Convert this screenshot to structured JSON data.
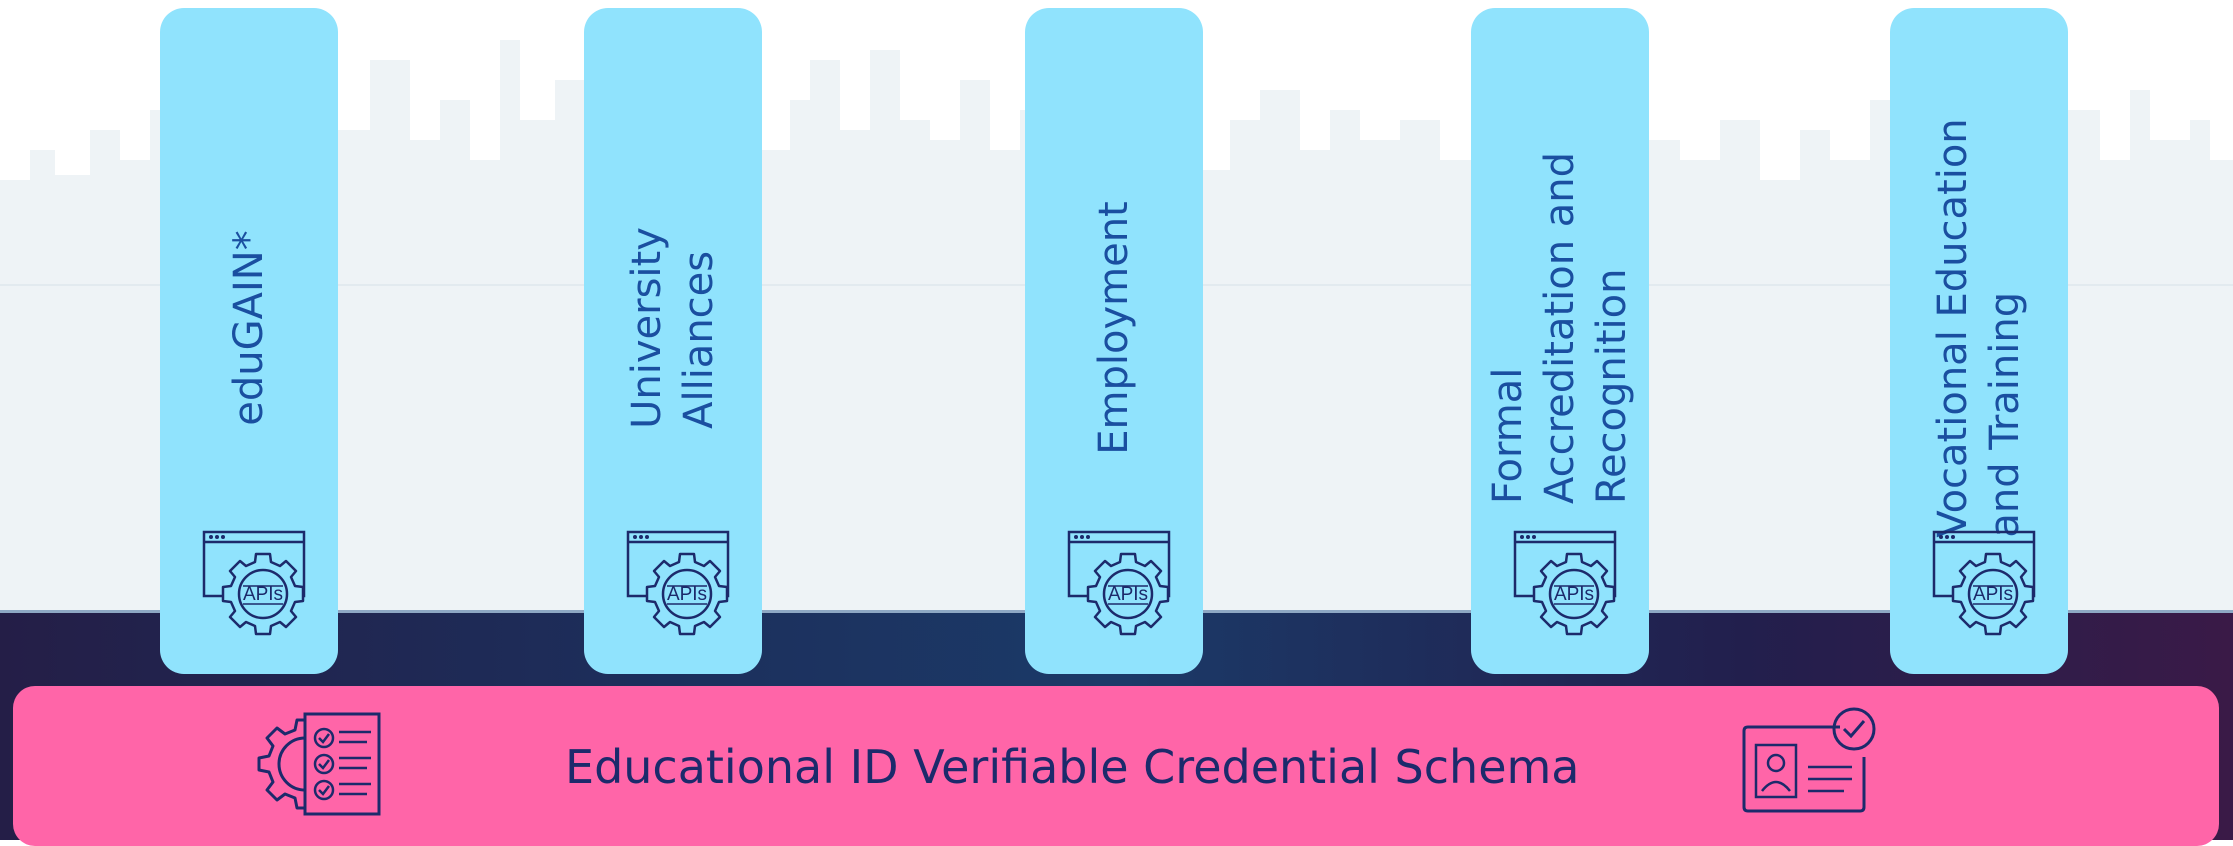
{
  "pillars": [
    {
      "label": "eduGAIN*",
      "icon": "apis-icon"
    },
    {
      "label": "University\nAlliances",
      "icon": "apis-icon"
    },
    {
      "label": "Employment",
      "icon": "apis-icon"
    },
    {
      "label": "Formal\nAccreditation and\nRecognition",
      "icon": "apis-icon"
    },
    {
      "label": "Vocational Education\nand Training",
      "icon": "apis-icon"
    }
  ],
  "api_icon_text": "APIs",
  "schema": {
    "label": "Educational ID Verifiable Credential Schema",
    "left_icon": "gear-checklist-icon",
    "right_icon": "verified-id-card-icon"
  },
  "colors": {
    "pillar": "#90e3fd",
    "pillar_text": "#1a4fa0",
    "schema_bar": "#ff65a8",
    "schema_text": "#1c2a6b",
    "dark_band": "#1c2f5c",
    "skyline": "#eef3f6"
  }
}
